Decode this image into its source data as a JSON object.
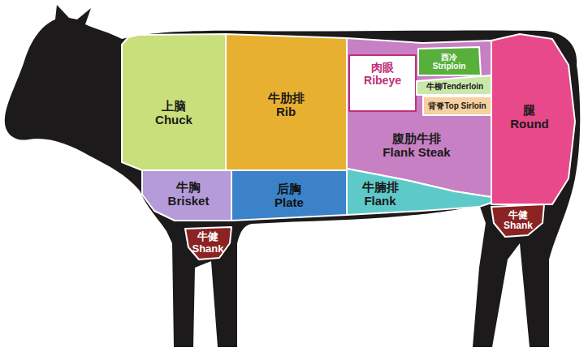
{
  "diagram": {
    "nodes": [
      {
        "text": [
          "上脑",
          "Chuck"
        ]
      },
      {
        "text": [
          "牛肋排",
          "Rib"
        ]
      },
      {
        "text": [
          "腹肋牛排",
          "Flank Steak"
        ]
      },
      {
        "text": [
          "肉眼",
          "Ribeye"
        ],
        "in": 2
      },
      {
        "text": [
          "西冷",
          "Striploin"
        ],
        "in": 2
      },
      {
        "text": [
          "牛柳Tenderloin"
        ],
        "in": 2
      },
      {
        "text": [
          "背脊Top Sirloin"
        ],
        "in": 2
      },
      {
        "text": [
          "腿",
          "Round"
        ]
      },
      {
        "text": [
          "牛胸",
          "Brisket"
        ]
      },
      {
        "text": [
          "后胸",
          "Plate"
        ]
      },
      {
        "text": [
          "牛腩排",
          "Flank"
        ]
      },
      {
        "text": [
          "牛健",
          "Shank"
        ]
      },
      {
        "text": [
          "牛健",
          "Shank"
        ]
      }
    ]
  }
}
